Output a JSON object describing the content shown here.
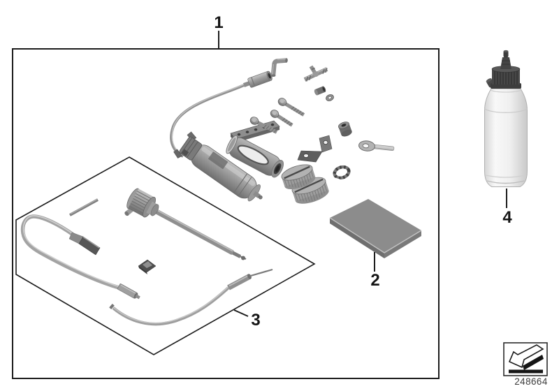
{
  "diagram": {
    "background": "#ffffff",
    "line_color": "#1c1c1c",
    "drawing_number": "248664",
    "callouts": [
      {
        "label": "1",
        "refers_to": "tool-kit-box"
      },
      {
        "label": "2",
        "refers_to": "cloth-pad"
      },
      {
        "label": "3",
        "refers_to": "hose-and-cable-tray"
      },
      {
        "label": "4",
        "refers_to": "sealant-bottle"
      }
    ],
    "legend_icon": "return-part-arrow-icon",
    "depicted_parts": [
      "filler-hose-with-connector",
      "elbow-fitting",
      "t-fitting",
      "hex-socket-screw",
      "nut",
      "washer",
      "rubber-bushing",
      "eyelet-tool",
      "angle-bracket",
      "hose-clamp",
      "knurled-adapter-discs",
      "mounting-rail",
      "holder-bracket",
      "sealant-cartridge",
      "cloth-pad",
      "hex-rod",
      "valve-tool",
      "hose-with-handle",
      "retaining-clip",
      "bowden-cable",
      "sealant-bottle"
    ],
    "colors": {
      "metal_light": "#c8c8c8",
      "metal_mid": "#909090",
      "metal_dark": "#555555",
      "pad_top": "#8c8c8c",
      "bottle_cap": "#474747"
    }
  }
}
